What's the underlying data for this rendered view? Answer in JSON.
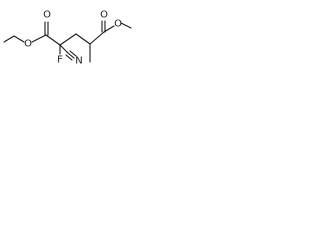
{
  "molecule": {
    "atom_labels": {
      "ester_left_o_double": "O",
      "ester_left_o_single": "O",
      "ester_right_o_double": "O",
      "ester_right_o_single": "O",
      "fluorine": "F",
      "nitrile_n": "N"
    },
    "colors": {
      "bond": "#1a1a1a",
      "label": "#1a1a1a",
      "background": "#ffffff"
    }
  }
}
